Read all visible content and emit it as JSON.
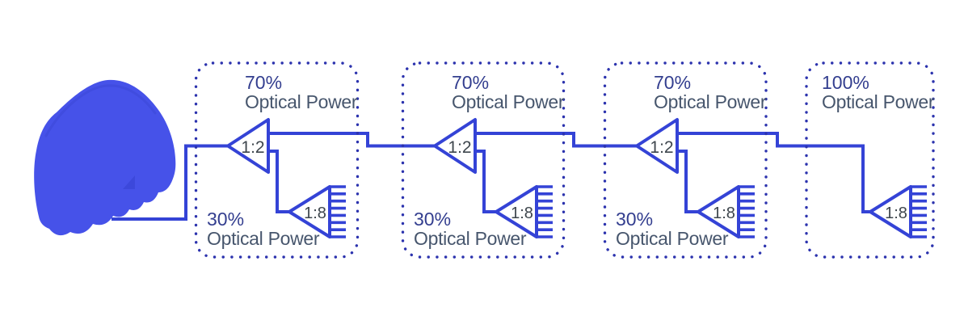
{
  "colors": {
    "wire": "#3443d6",
    "box_border": "#2c33ae",
    "percent_text": "#333e8f",
    "label_text": "#47566d",
    "ratio_text": "#3e464d",
    "source_fill": "#4652e9",
    "source_shade": "#3a45d6",
    "background": "#ffffff"
  },
  "source": {
    "icon": "light-engine-module"
  },
  "stages": [
    {
      "top_percent": "70%",
      "top_label": "Optical Power",
      "ratio_main": "1:2",
      "ratio_fanout": "1:8",
      "fanout_ports": 8,
      "bottom_percent": "30%",
      "bottom_label": "Optical Power"
    },
    {
      "top_percent": "70%",
      "top_label": "Optical Power",
      "ratio_main": "1:2",
      "ratio_fanout": "1:8",
      "fanout_ports": 8,
      "bottom_percent": "30%",
      "bottom_label": "Optical Power"
    },
    {
      "top_percent": "70%",
      "top_label": "Optical Power",
      "ratio_main": "1:2",
      "ratio_fanout": "1:8",
      "fanout_ports": 8,
      "bottom_percent": "30%",
      "bottom_label": "Optical Power"
    },
    {
      "top_percent": "100%",
      "top_label": "Optical Power",
      "ratio_fanout": "1:8",
      "fanout_ports": 8
    }
  ]
}
